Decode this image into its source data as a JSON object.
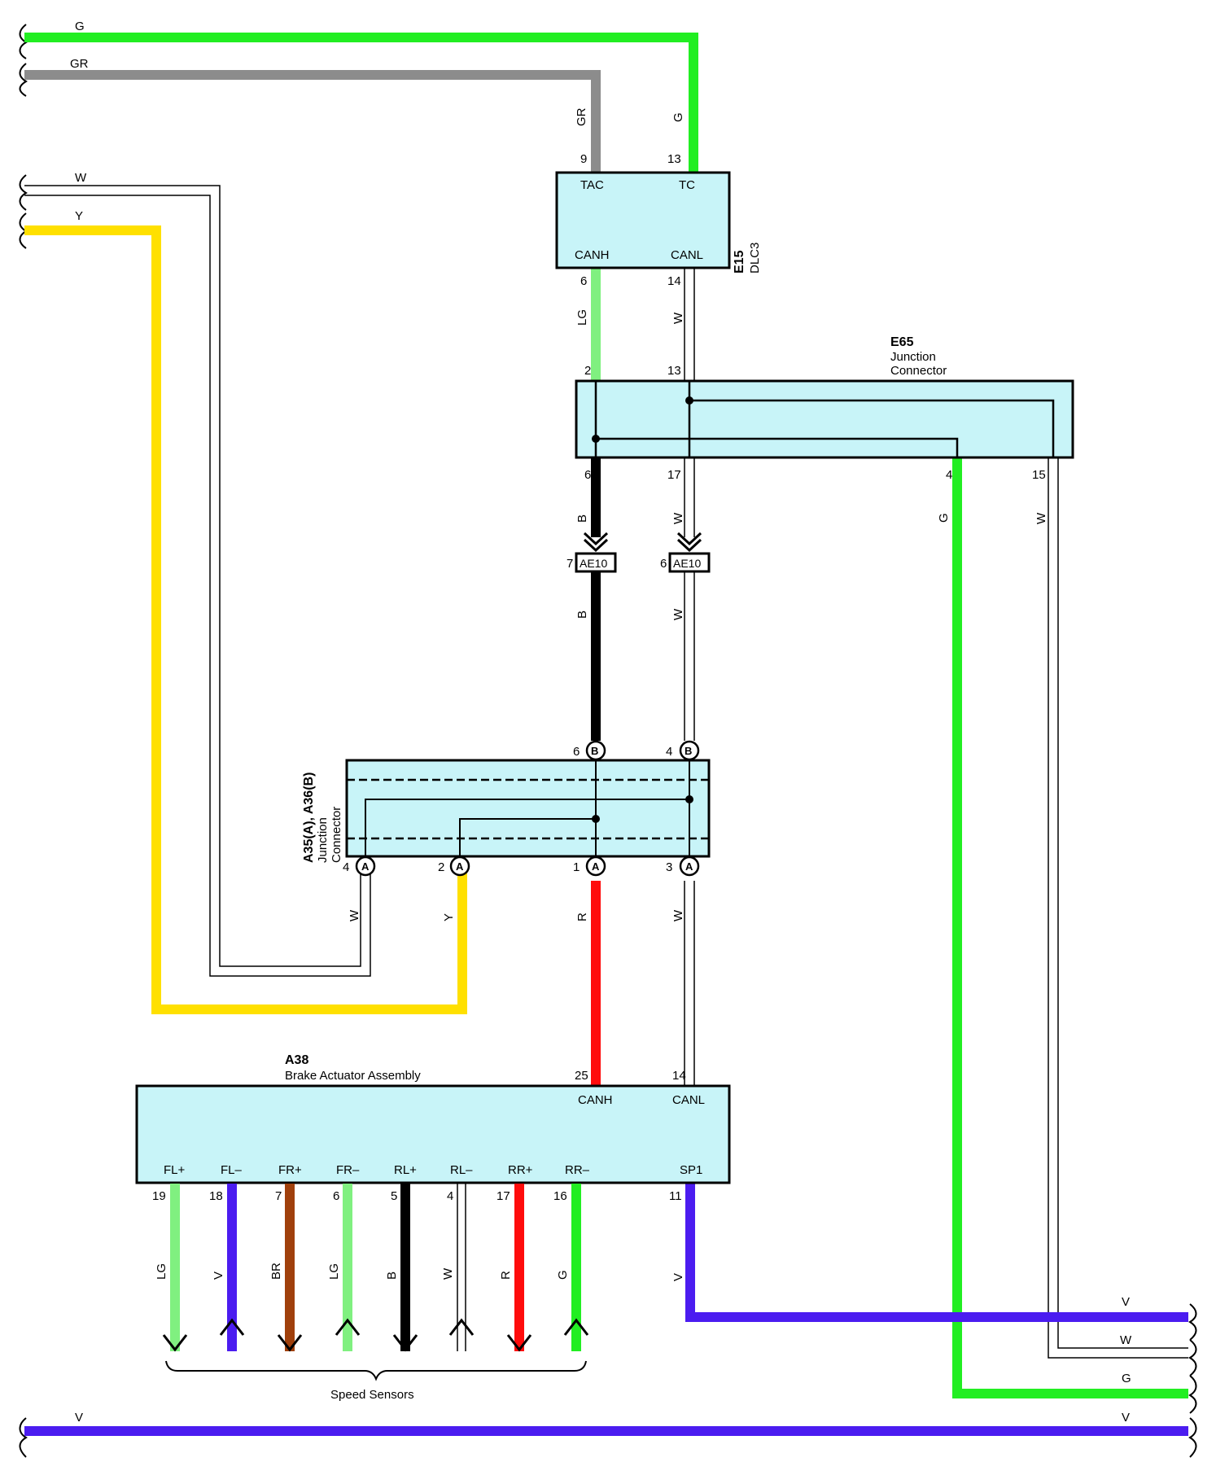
{
  "colors": {
    "G": "#22ee22",
    "GR": "#8c8c8c",
    "Y": "#ffe000",
    "LG": "#80f080",
    "V": "#4b1cf0",
    "BR": "#a0400c",
    "B": "#000000",
    "R": "#ff0c0c",
    "box_fill": "#c8f4f8"
  },
  "dlc3": {
    "id": "E15",
    "name": "DLC3",
    "terminals": {
      "tac": "TAC",
      "tc": "TC",
      "canh": "CANH",
      "canl": "CANL"
    },
    "pins": {
      "tac": "9",
      "tc": "13",
      "canh": "6",
      "canl": "14"
    }
  },
  "e65": {
    "id": "E65",
    "name_line1": "Junction",
    "name_line2": "Connector",
    "pins": {
      "top_left": "2",
      "top_right": "13",
      "bot_6": "6",
      "bot_17": "17",
      "bot_4": "4",
      "bot_15": "15"
    }
  },
  "ae10": {
    "label": "AE10",
    "pin_left": "7",
    "pin_right": "6"
  },
  "a35": {
    "id": "A35(A), A36(B)",
    "name_line1": "Junction",
    "name_line2": "Connector",
    "top_pins": [
      {
        "num": "6",
        "letter": "B"
      },
      {
        "num": "4",
        "letter": "B"
      }
    ],
    "bottom_pins": [
      {
        "num": "4",
        "letter": "A"
      },
      {
        "num": "2",
        "letter": "A"
      },
      {
        "num": "1",
        "letter": "A"
      },
      {
        "num": "3",
        "letter": "A"
      }
    ]
  },
  "a38": {
    "id": "A38",
    "name": "Brake Actuator Assembly",
    "top": {
      "canh_pin": "25",
      "canl_pin": "14",
      "canh": "CANH",
      "canl": "CANL"
    },
    "terminals": [
      {
        "name": "FL+",
        "pin": "19",
        "wire": "LG"
      },
      {
        "name": "FL–",
        "pin": "18",
        "wire": "V"
      },
      {
        "name": "FR+",
        "pin": "7",
        "wire": "BR"
      },
      {
        "name": "FR–",
        "pin": "6",
        "wire": "LG"
      },
      {
        "name": "RL+",
        "pin": "5",
        "wire": "B"
      },
      {
        "name": "RL–",
        "pin": "4",
        "wire": "W"
      },
      {
        "name": "RR+",
        "pin": "17",
        "wire": "R"
      },
      {
        "name": "RR–",
        "pin": "16",
        "wire": "G"
      }
    ],
    "sp1": {
      "name": "SP1",
      "pin": "11",
      "wire": "V"
    }
  },
  "speed_sensors_label": "Speed Sensors",
  "wire_labels": {
    "g": "G",
    "gr": "GR",
    "w": "W",
    "y": "Y",
    "lg": "LG",
    "b": "B",
    "r": "R",
    "v": "V"
  }
}
